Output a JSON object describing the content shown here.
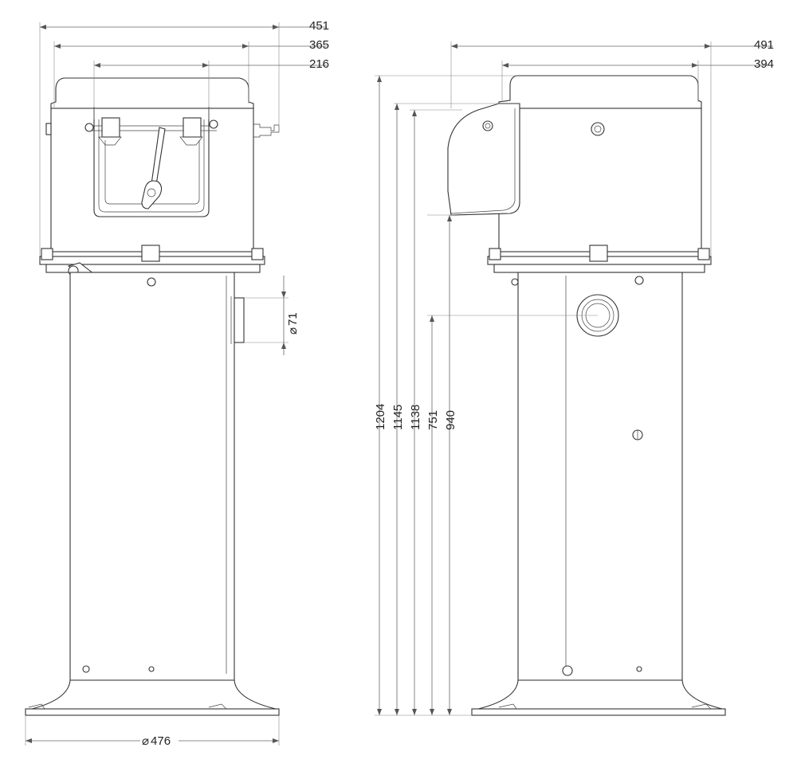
{
  "dimensions": {
    "front_width_outer": "451",
    "front_width_middle": "365",
    "front_width_inner": "216",
    "side_width_outer": "491",
    "side_width_inner": "394",
    "pipe_diameter_symbol": "⌀",
    "pipe_diameter": "71",
    "base_diameter_symbol": "⌀",
    "base_diameter": "476",
    "height_total": "1204",
    "height_lid": "1145",
    "height_body_top": "1138",
    "height_outlet": "751",
    "height_box_bottom": "940"
  },
  "colors": {
    "outline": "#333333",
    "dimension": "#666666",
    "background": "#ffffff"
  }
}
